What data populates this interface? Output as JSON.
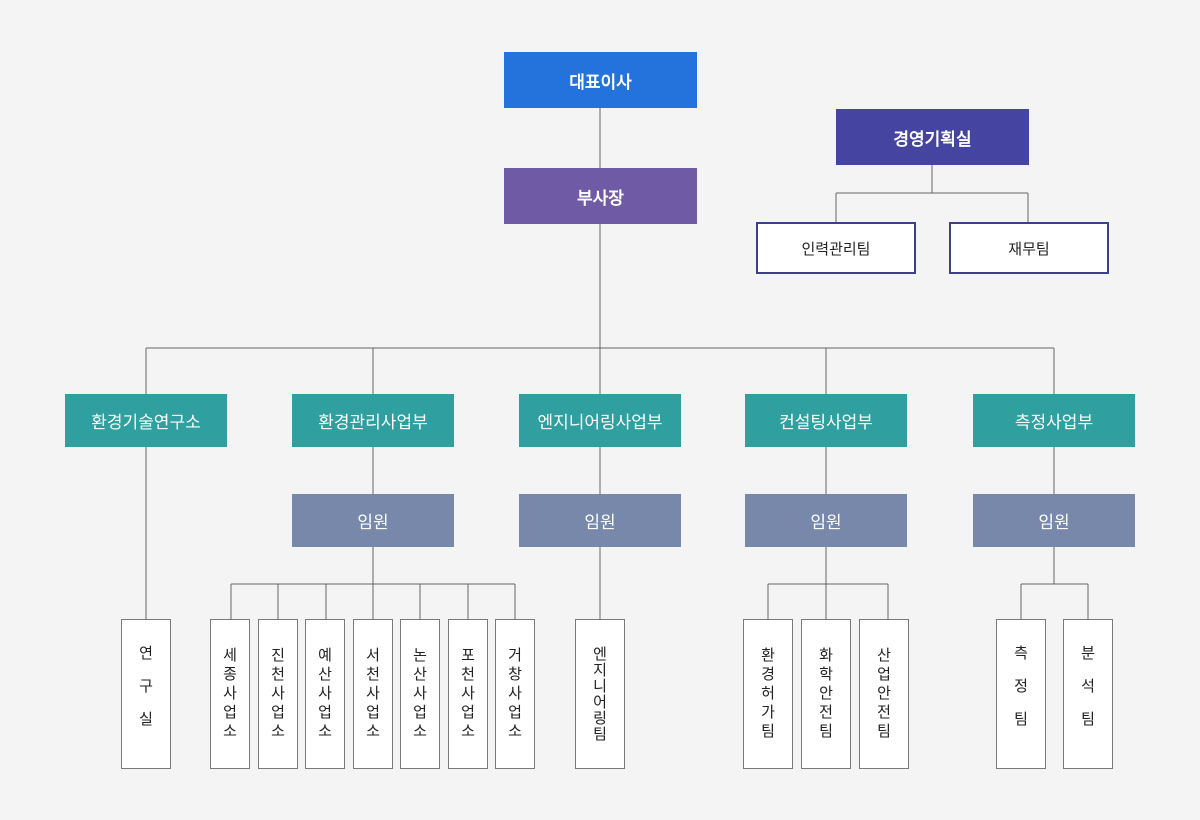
{
  "top": {
    "ceo": "대표이사",
    "vp": "부사장"
  },
  "planning": {
    "title": "경영기획실",
    "hr": "인력관리팀",
    "finance": "재무팀"
  },
  "divisions": [
    {
      "name": "환경기술연구소"
    },
    {
      "name": "환경관리사업부",
      "officer": "임원"
    },
    {
      "name": "엔지니어링사업부",
      "officer": "임원"
    },
    {
      "name": "컨설팅사업부",
      "officer": "임원"
    },
    {
      "name": "측정사업부",
      "officer": "임원"
    }
  ],
  "units": {
    "research": [
      "연구실"
    ],
    "env_mgmt": [
      "세종사업소",
      "진천사업소",
      "예산사업소",
      "서천사업소",
      "논산사업소",
      "포천사업소",
      "거창사업소"
    ],
    "engineering": [
      "엔지니어링팀"
    ],
    "consulting": [
      "환경허가팀",
      "화학안전팀",
      "산업안전팀"
    ],
    "measurement": [
      "측정팀",
      "분석팀"
    ]
  }
}
